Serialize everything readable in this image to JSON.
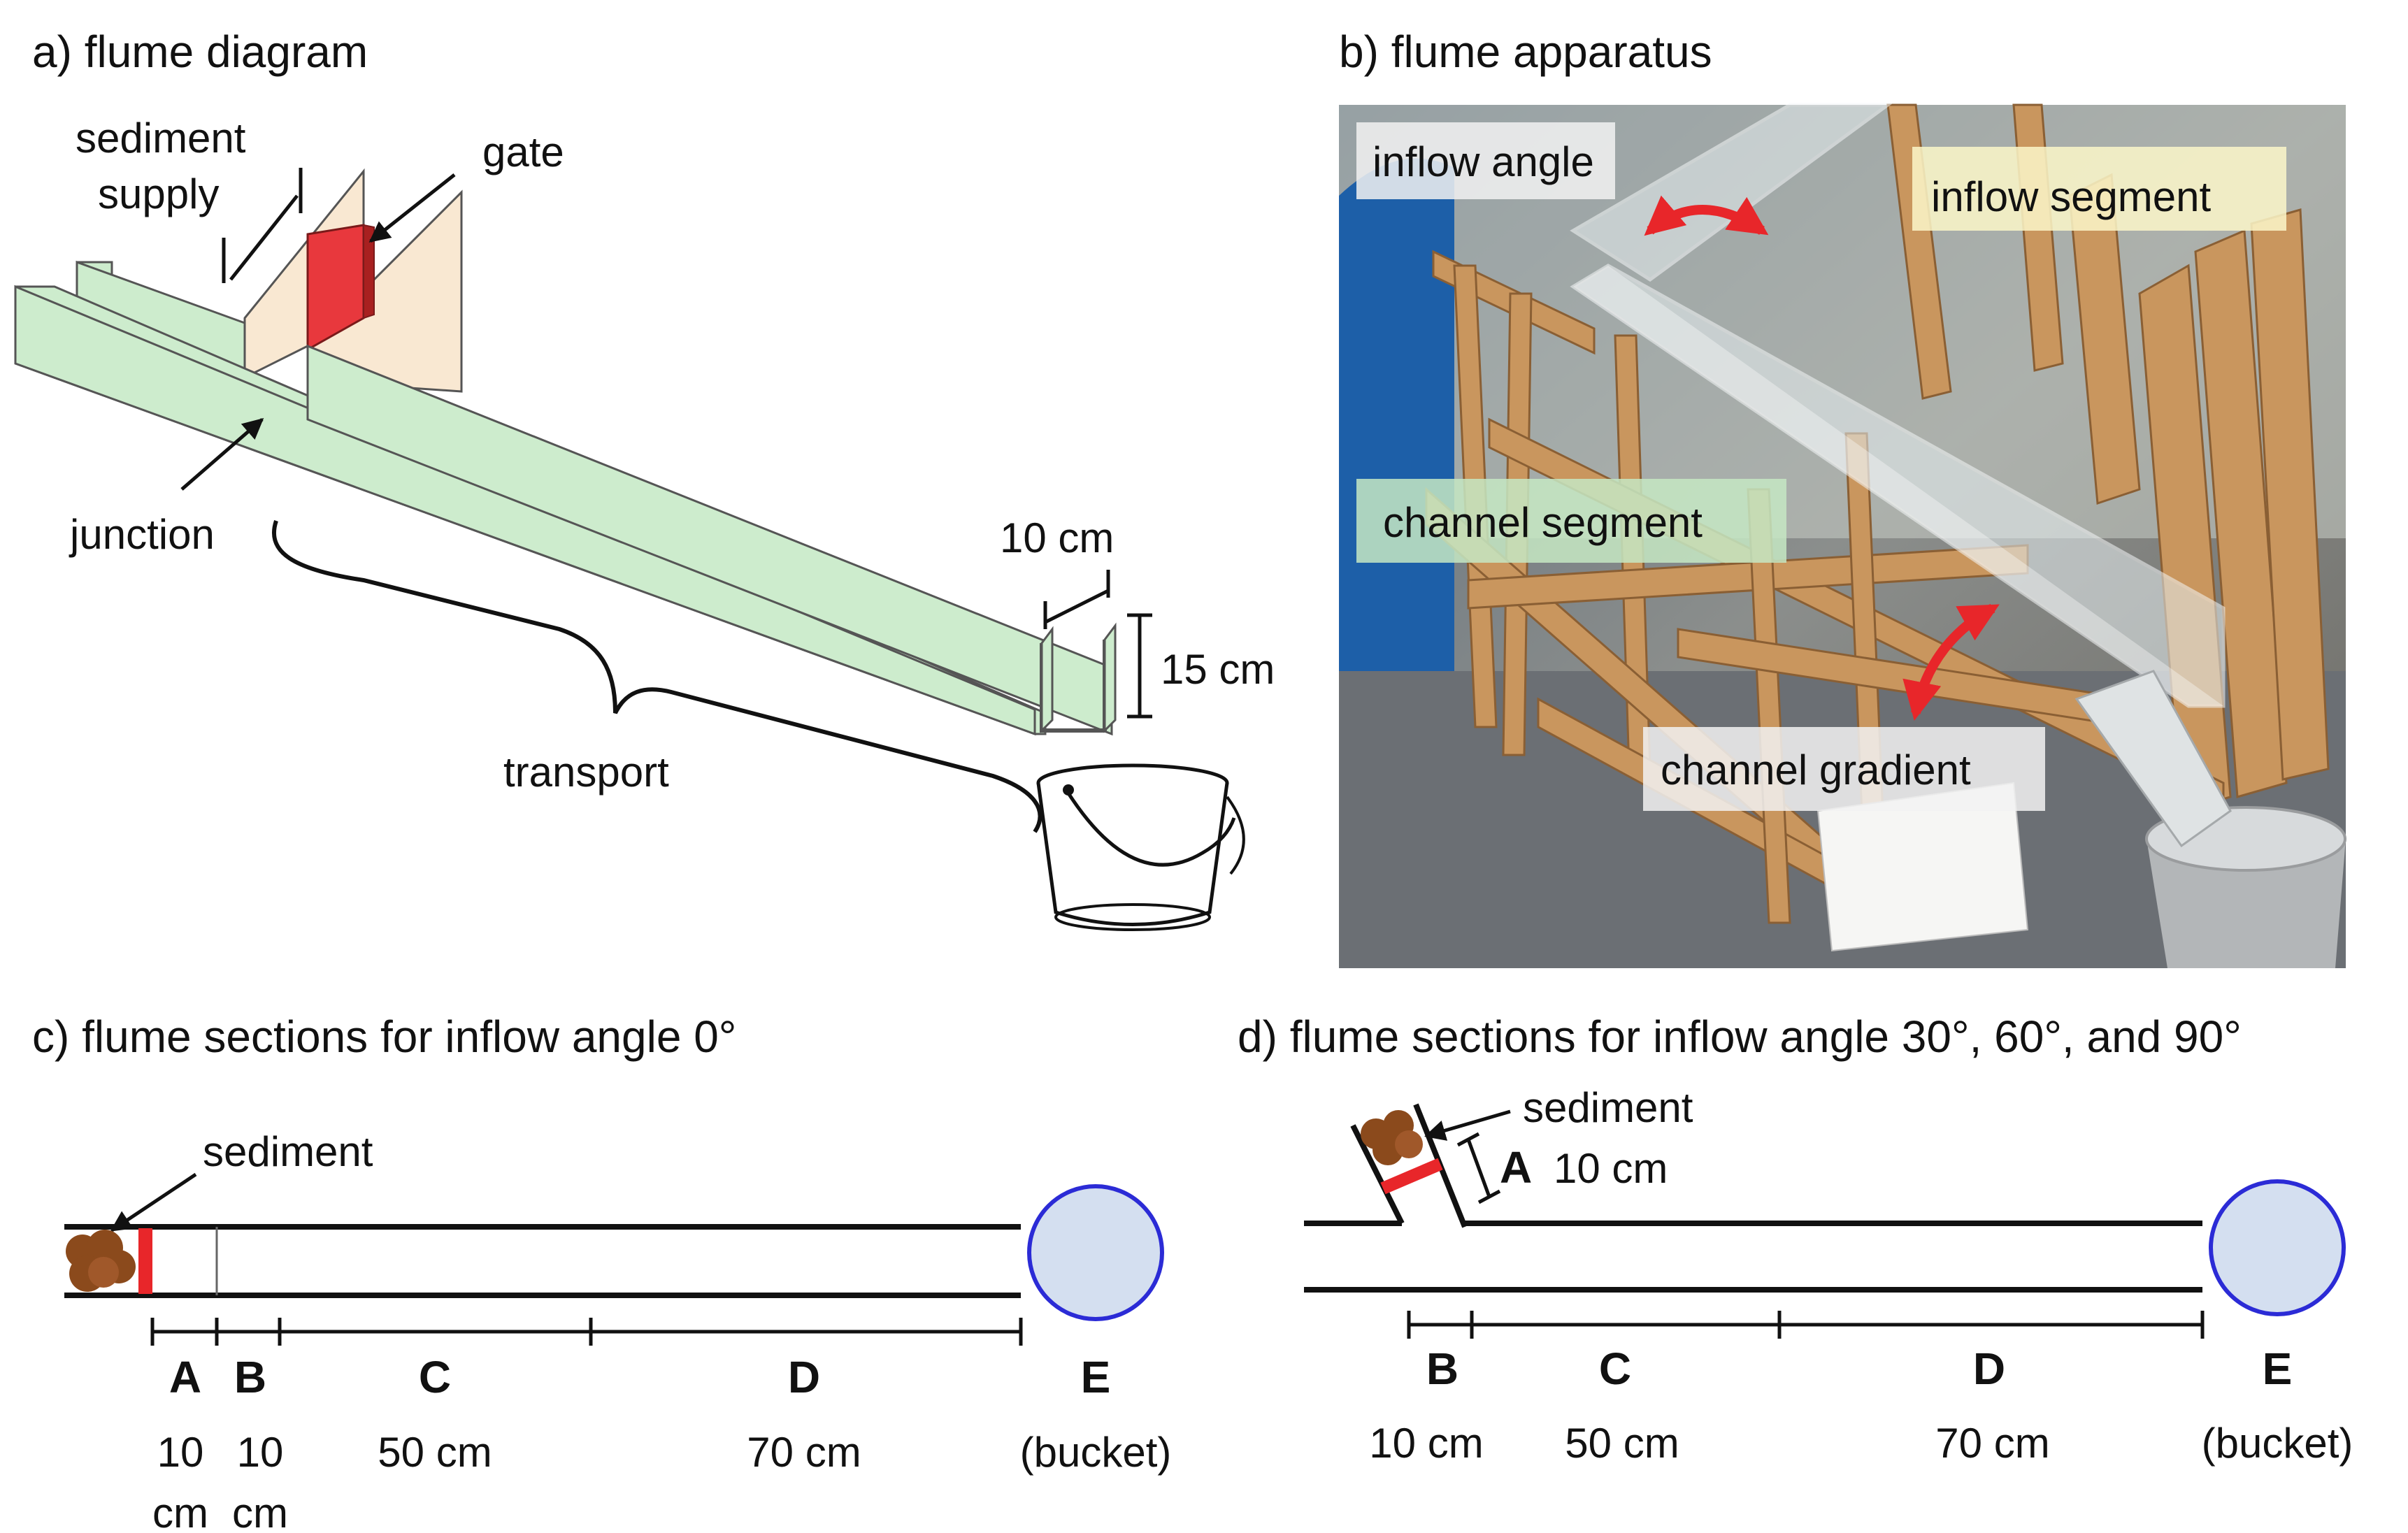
{
  "panel_a": {
    "title": "a) flume diagram",
    "labels": {
      "sediment_supply_line1": "sediment",
      "sediment_supply_line2": "supply",
      "gate": "gate",
      "junction": "junction",
      "width": "10 cm",
      "height": "15 cm",
      "transport": "transport"
    }
  },
  "panel_b": {
    "title": "b) flume apparatus",
    "labels": {
      "inflow_angle": "inflow angle",
      "inflow_segment": "inflow segment",
      "channel_segment": "channel segment",
      "channel_gradient": "channel gradient"
    }
  },
  "panel_c": {
    "title": "c) flume sections for inflow angle 0°",
    "sediment": "sediment",
    "sections": [
      {
        "letter": "A",
        "length_line1": "10",
        "length_line2": "cm"
      },
      {
        "letter": "B",
        "length_line1": "10",
        "length_line2": "cm"
      },
      {
        "letter": "C",
        "length_line1": "50 cm",
        "length_line2": ""
      },
      {
        "letter": "D",
        "length_line1": "70 cm",
        "length_line2": ""
      },
      {
        "letter": "E",
        "length_line1": "(bucket)",
        "length_line2": ""
      }
    ]
  },
  "panel_d": {
    "title": "d) flume sections for inflow angle 30°, 60°, and 90°",
    "sediment": "sediment",
    "inflow_letter": "A",
    "inflow_length": "10 cm",
    "sections": [
      {
        "letter": "B",
        "length": "10 cm"
      },
      {
        "letter": "C",
        "length": "50 cm"
      },
      {
        "letter": "D",
        "length": "70 cm"
      },
      {
        "letter": "E",
        "length": "(bucket)"
      }
    ]
  },
  "colors": {
    "channel_wall": "#cdeccd",
    "gate": "#e8383d",
    "sediment": "#8b4a1c",
    "bucket_fill": "#d4dff0",
    "bucket_stroke": "#2b2bd6",
    "arrow_red": "#e8262a"
  }
}
